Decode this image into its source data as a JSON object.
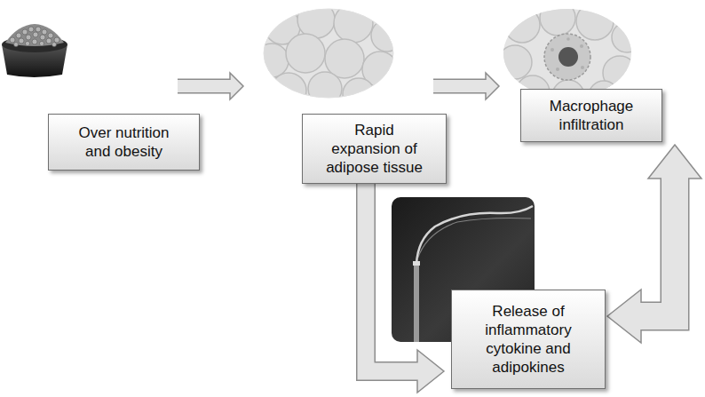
{
  "diagram": {
    "nodes": [
      {
        "text": [
          "Over nutrition and obesity"
        ]
      },
      {
        "text": [
          "Rapid expansion of adipose tissue"
        ]
      },
      {
        "text": [
          "Macrophage infiltration"
        ]
      },
      {
        "text": [
          "Release of inflammatory cytokine and adipokines"
        ]
      }
    ],
    "edges": [
      {
        "from": 0,
        "to": 1,
        "arrow": "to"
      },
      {
        "from": 1,
        "to": 2,
        "arrow": "to"
      },
      {
        "from": 1,
        "to": 3,
        "arrow": "to"
      },
      {
        "from": 3,
        "to": 2,
        "arrow": "both"
      }
    ]
  }
}
